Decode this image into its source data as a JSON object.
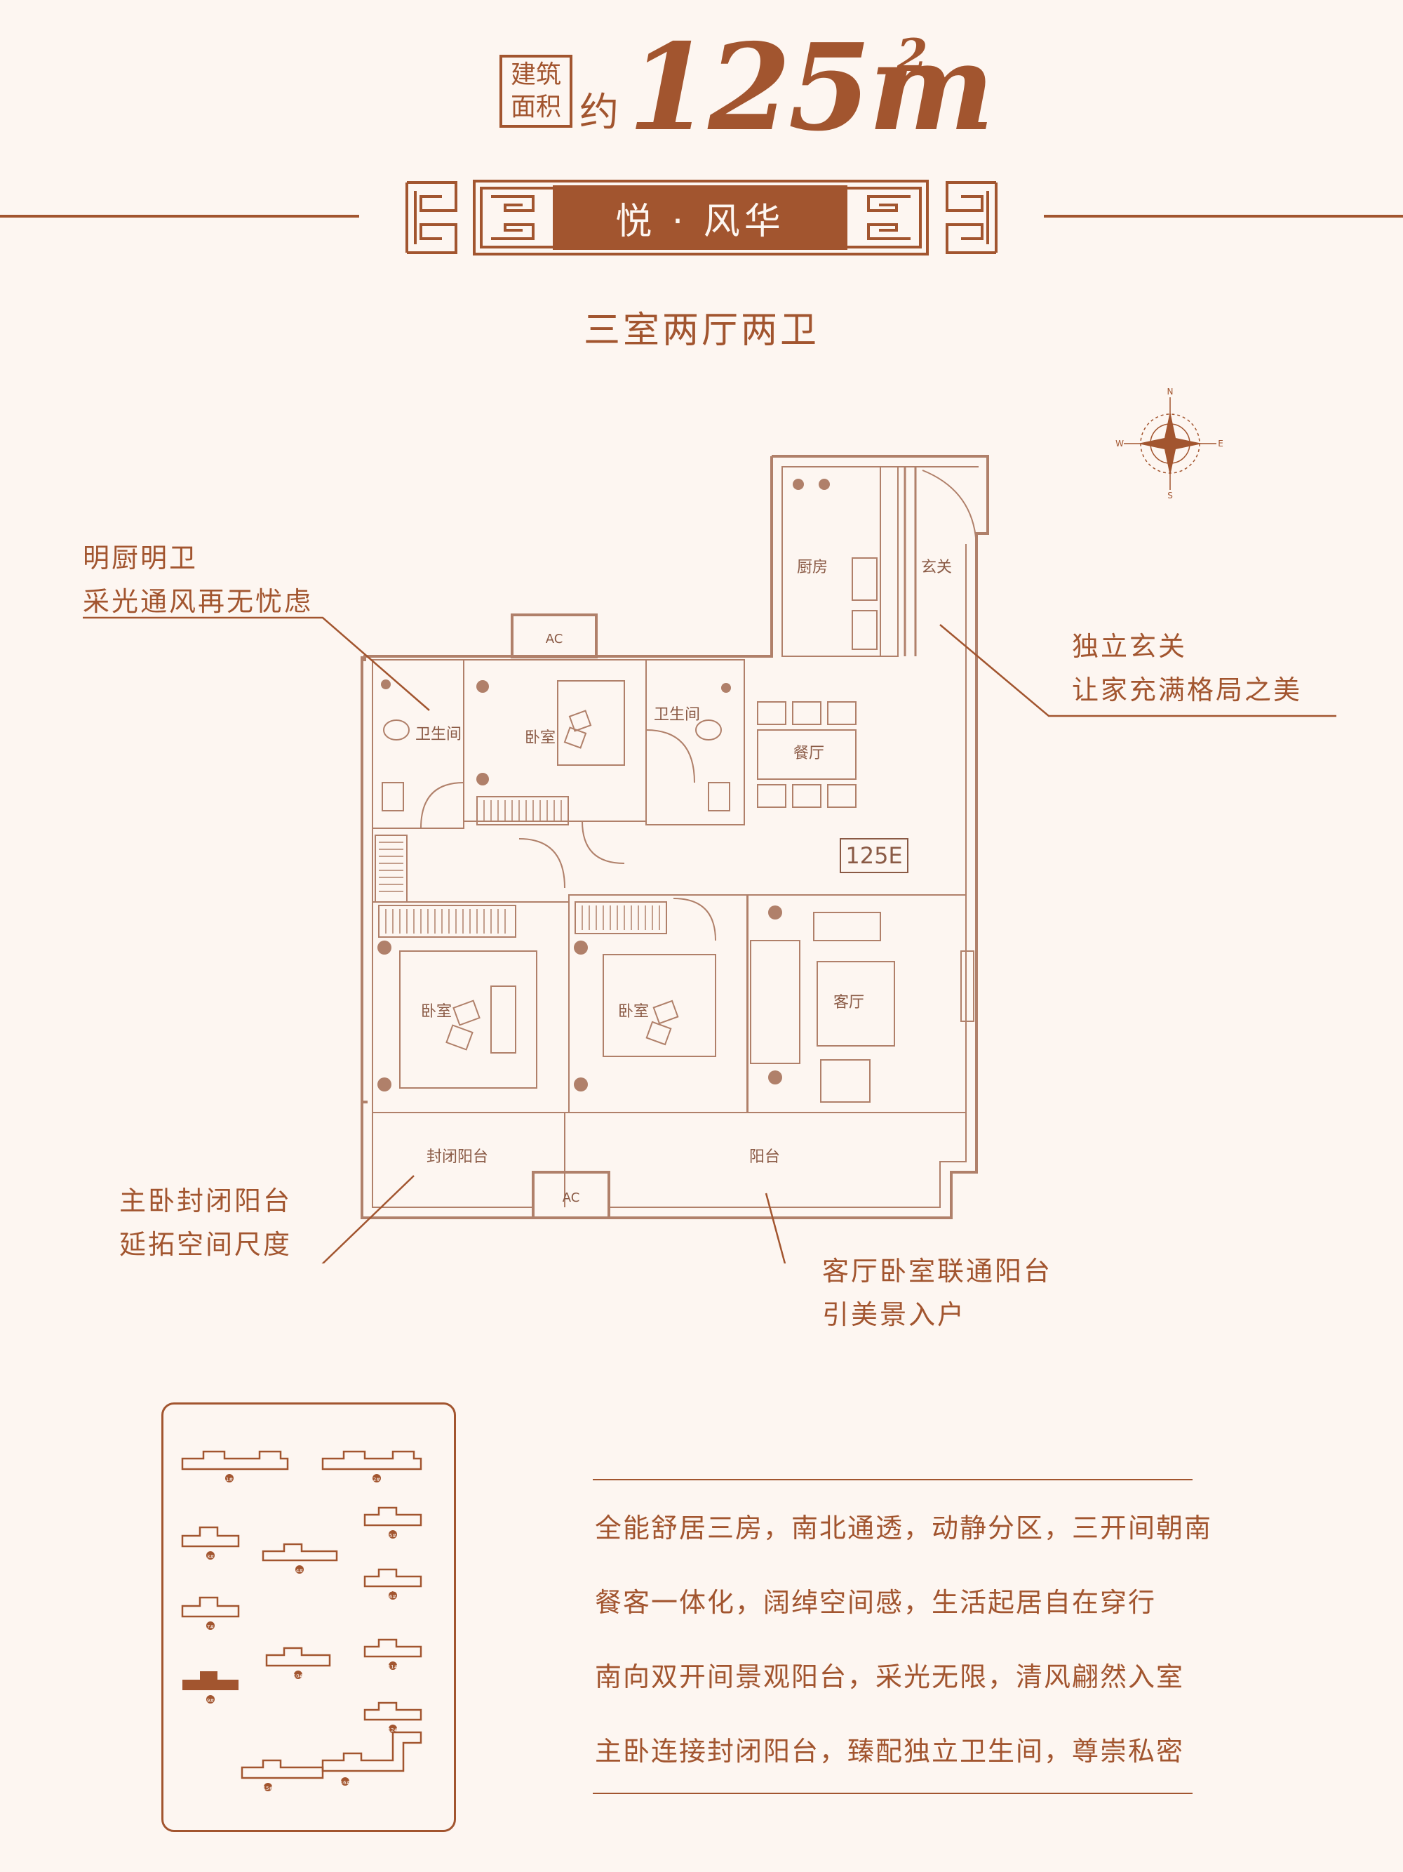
{
  "header": {
    "area_label_line1": "建筑",
    "area_label_line2": "面积",
    "area_prefix": "约",
    "area_value": "125m",
    "area_unit_sup": "2",
    "series_title": "悦 · 风华",
    "layout_type": "三室两厅两卫"
  },
  "compass": {
    "north": "N",
    "south": "S",
    "east": "E",
    "west": "W"
  },
  "floorplan": {
    "model_code": "125E",
    "rooms": {
      "kitchen": "厨房",
      "entrance": "玄关",
      "bath_left": "卫生间",
      "bath_center": "卫生间",
      "bedroom_north": "卧室",
      "dining": "餐厅",
      "bedroom_master": "卧室",
      "bedroom_second": "卧室",
      "living": "客厅",
      "enclosed_balcony": "封闭阳台",
      "balcony": "阳台"
    },
    "ac_label": "AC"
  },
  "callouts": {
    "kitchen_bath": {
      "line1": "明厨明卫",
      "line2": "采光通风再无忧虑"
    },
    "entrance": {
      "line1": "独立玄关",
      "line2": "让家充满格局之美"
    },
    "master_balcony": {
      "line1": "主卧封闭阳台",
      "line2": "延拓空间尺度"
    },
    "living_balcony": {
      "line1": "客厅卧室联通阳台",
      "line2": "引美景入户"
    }
  },
  "site_plan": {
    "buildings": [
      "1#",
      "2#",
      "3#",
      "4#",
      "5#",
      "6#",
      "7#",
      "8#",
      "9#",
      "10#",
      "11#",
      "12#",
      "15#",
      "16#"
    ],
    "highlighted": "9#"
  },
  "descriptions": [
    "全能舒居三房，南北通透，动静分区，三开间朝南",
    "餐客一体化，阔绰空间感，生活起居自在穿行",
    "南向双开间景观阳台，采光无限，清风翩然入室",
    "主卧连接封闭阳台，臻配独立卫生间，尊崇私密"
  ],
  "colors": {
    "accent": "#a2552f",
    "background": "#fdf6f1",
    "plan_line": "#b0806a"
  }
}
